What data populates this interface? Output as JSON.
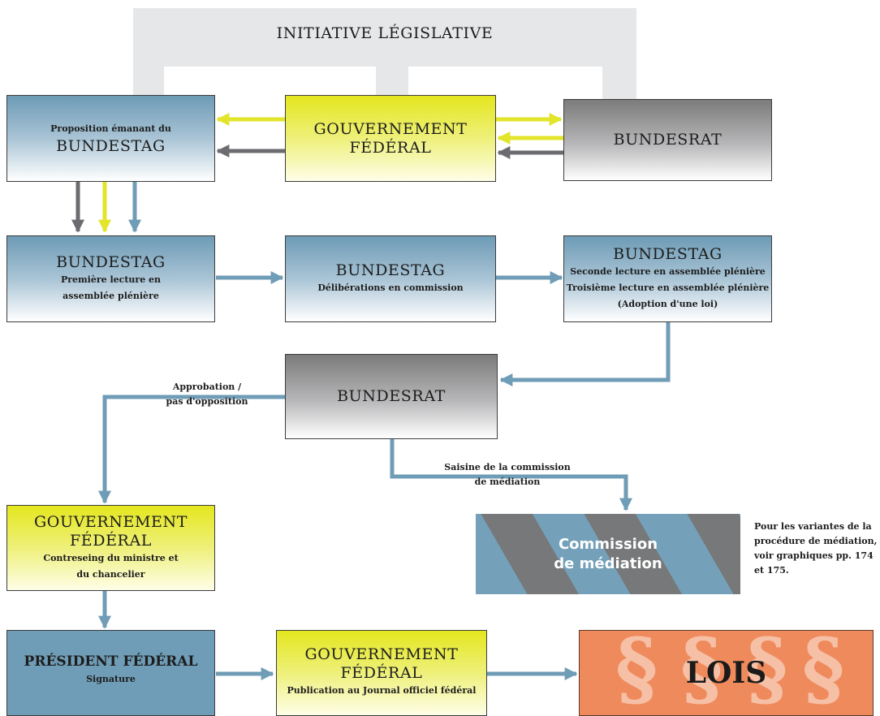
{
  "initiative": {
    "title": "INITIATIVE LÉGISLATIVE"
  },
  "row1": {
    "bundestag_small": "Proposition émanant du",
    "bundestag_big": "BUNDESTAG",
    "gov_line1": "GOUVERNEMENT",
    "gov_line2": "FÉDÉRAL",
    "bundesrat": "BUNDESRAT"
  },
  "row2": {
    "bt1_title": "BUNDESTAG",
    "bt1_line1": "Première lecture en",
    "bt1_line2": "assemblée plénière",
    "bt2_title": "BUNDESTAG",
    "bt2_line1": "Délibérations en commission",
    "bt3_title": "BUNDESTAG",
    "bt3_line1": "Seconde lecture en assemblée plénière",
    "bt3_line2": "Troisième lecture en assemblée plénière",
    "bt3_line3": "(Adoption d'une loi)"
  },
  "row3": {
    "bundesrat": "BUNDESRAT",
    "approval_line1": "Approbation /",
    "approval_line2": "pas d'opposition",
    "saisine_line1": "Saisine de la commission",
    "saisine_line2": "de médiation"
  },
  "mediation": {
    "line1": "Commission",
    "line2": "de médiation",
    "note_line1": "Pour les variantes de la",
    "note_line2": "procédure de médiation,",
    "note_line3": "voir graphiques pp. 174",
    "note_line4": "et 175."
  },
  "row4": {
    "gov_line1": "GOUVERNEMENT",
    "gov_line2": "FÉDÉRAL",
    "gov_small1": "Contreseing du ministre et",
    "gov_small2": "du chancelier"
  },
  "row5": {
    "president": "PRÉSIDENT FÉDÉRAL",
    "president_small": "Signature",
    "gov_line1": "GOUVERNEMENT",
    "gov_line2": "FÉDÉRAL",
    "gov_small": "Publication au Journal officiel fédéral",
    "lois": "LOIS",
    "paragraph_symbol": "§"
  },
  "colors": {
    "steel_blue": "#6f9cb6",
    "yellow": "#e4e61e",
    "grey": "#7b7b7b",
    "arrow_yellow": "#e2e52a",
    "arrow_grey": "#6c6c70",
    "arrow_blue": "#6f9cb6",
    "lois_orange": "#ef8a5c"
  }
}
